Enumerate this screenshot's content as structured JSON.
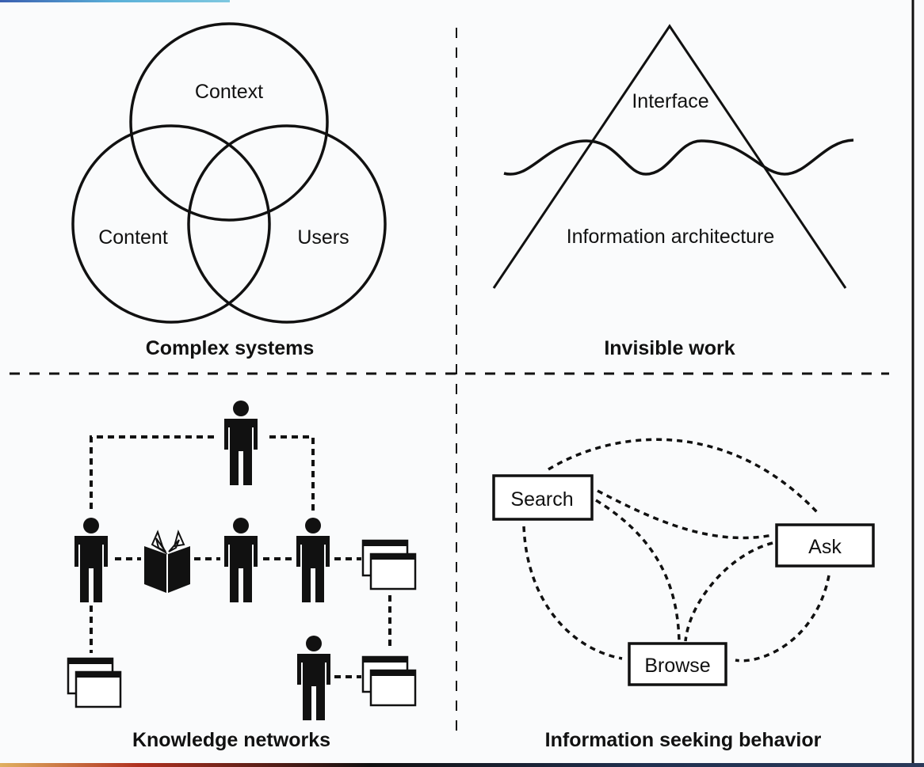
{
  "figure": {
    "quadrants": [
      {
        "id": "complex-systems",
        "title": "Complex systems",
        "venn_circles": [
          "Context",
          "Content",
          "Users"
        ]
      },
      {
        "id": "invisible-work",
        "title": "Invisible work",
        "above_waterline": "Interface",
        "below_waterline": "Information architecture"
      },
      {
        "id": "knowledge-networks",
        "title": "Knowledge networks",
        "nodes": [
          {
            "id": "p-top",
            "type": "person"
          },
          {
            "id": "p-left",
            "type": "person"
          },
          {
            "id": "book",
            "type": "book"
          },
          {
            "id": "p-mid",
            "type": "person"
          },
          {
            "id": "p-right",
            "type": "person"
          },
          {
            "id": "docs-right",
            "type": "documents"
          },
          {
            "id": "docs-left",
            "type": "documents"
          },
          {
            "id": "p-bottom",
            "type": "person"
          },
          {
            "id": "docs-bottom",
            "type": "documents"
          }
        ],
        "links": [
          [
            "p-top",
            "p-left"
          ],
          [
            "p-top",
            "p-right"
          ],
          [
            "p-left",
            "book"
          ],
          [
            "book",
            "p-mid"
          ],
          [
            "p-mid",
            "p-right"
          ],
          [
            "p-right",
            "docs-right"
          ],
          [
            "p-left",
            "docs-left"
          ],
          [
            "docs-right",
            "docs-bottom"
          ],
          [
            "p-bottom",
            "docs-bottom"
          ]
        ]
      },
      {
        "id": "information-seeking",
        "title": "Information seeking behavior",
        "nodes": [
          "Search",
          "Ask",
          "Browse"
        ],
        "links": [
          [
            "Search",
            "Ask"
          ],
          [
            "Search",
            "Browse"
          ],
          [
            "Ask",
            "Browse"
          ]
        ]
      }
    ],
    "colors": {
      "ink": "#111111",
      "paper": "#fafbfc"
    }
  }
}
